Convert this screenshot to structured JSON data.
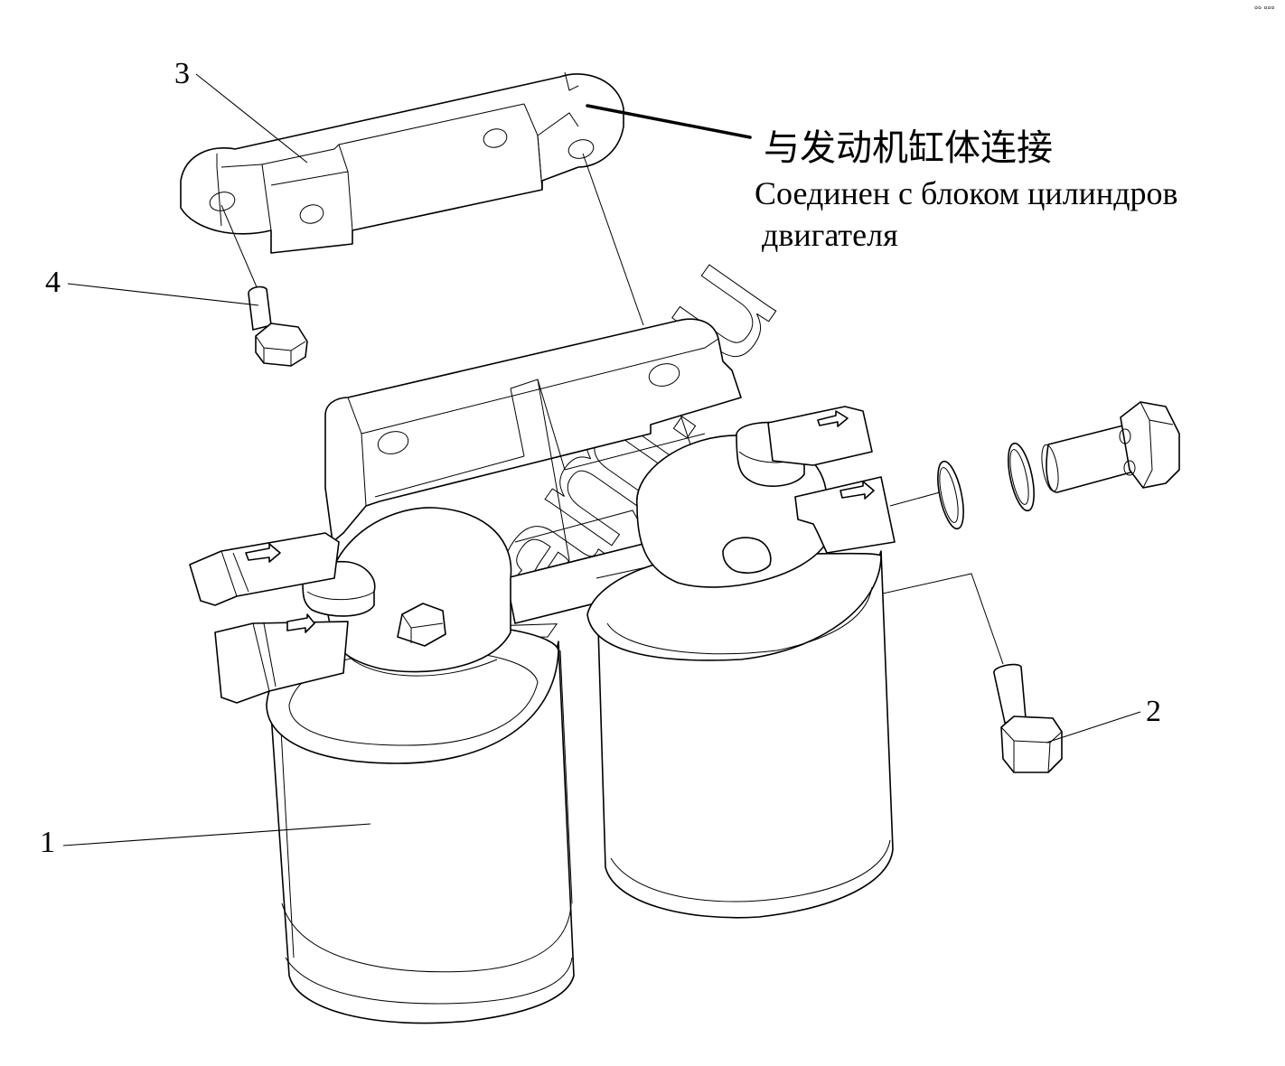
{
  "diagram": {
    "callouts": [
      {
        "id": "callout-1",
        "label": "1"
      },
      {
        "id": "callout-2",
        "label": "2"
      },
      {
        "id": "callout-3",
        "label": "3"
      },
      {
        "id": "callout-4",
        "label": "4"
      }
    ],
    "note": {
      "chinese": "与发动机缸体连接",
      "russian_line1": "Соединен с блоком цилиндров",
      "russian_line2": "двигателя"
    },
    "watermark": "zapkam.ru",
    "corner_mark": "°° °°°"
  }
}
